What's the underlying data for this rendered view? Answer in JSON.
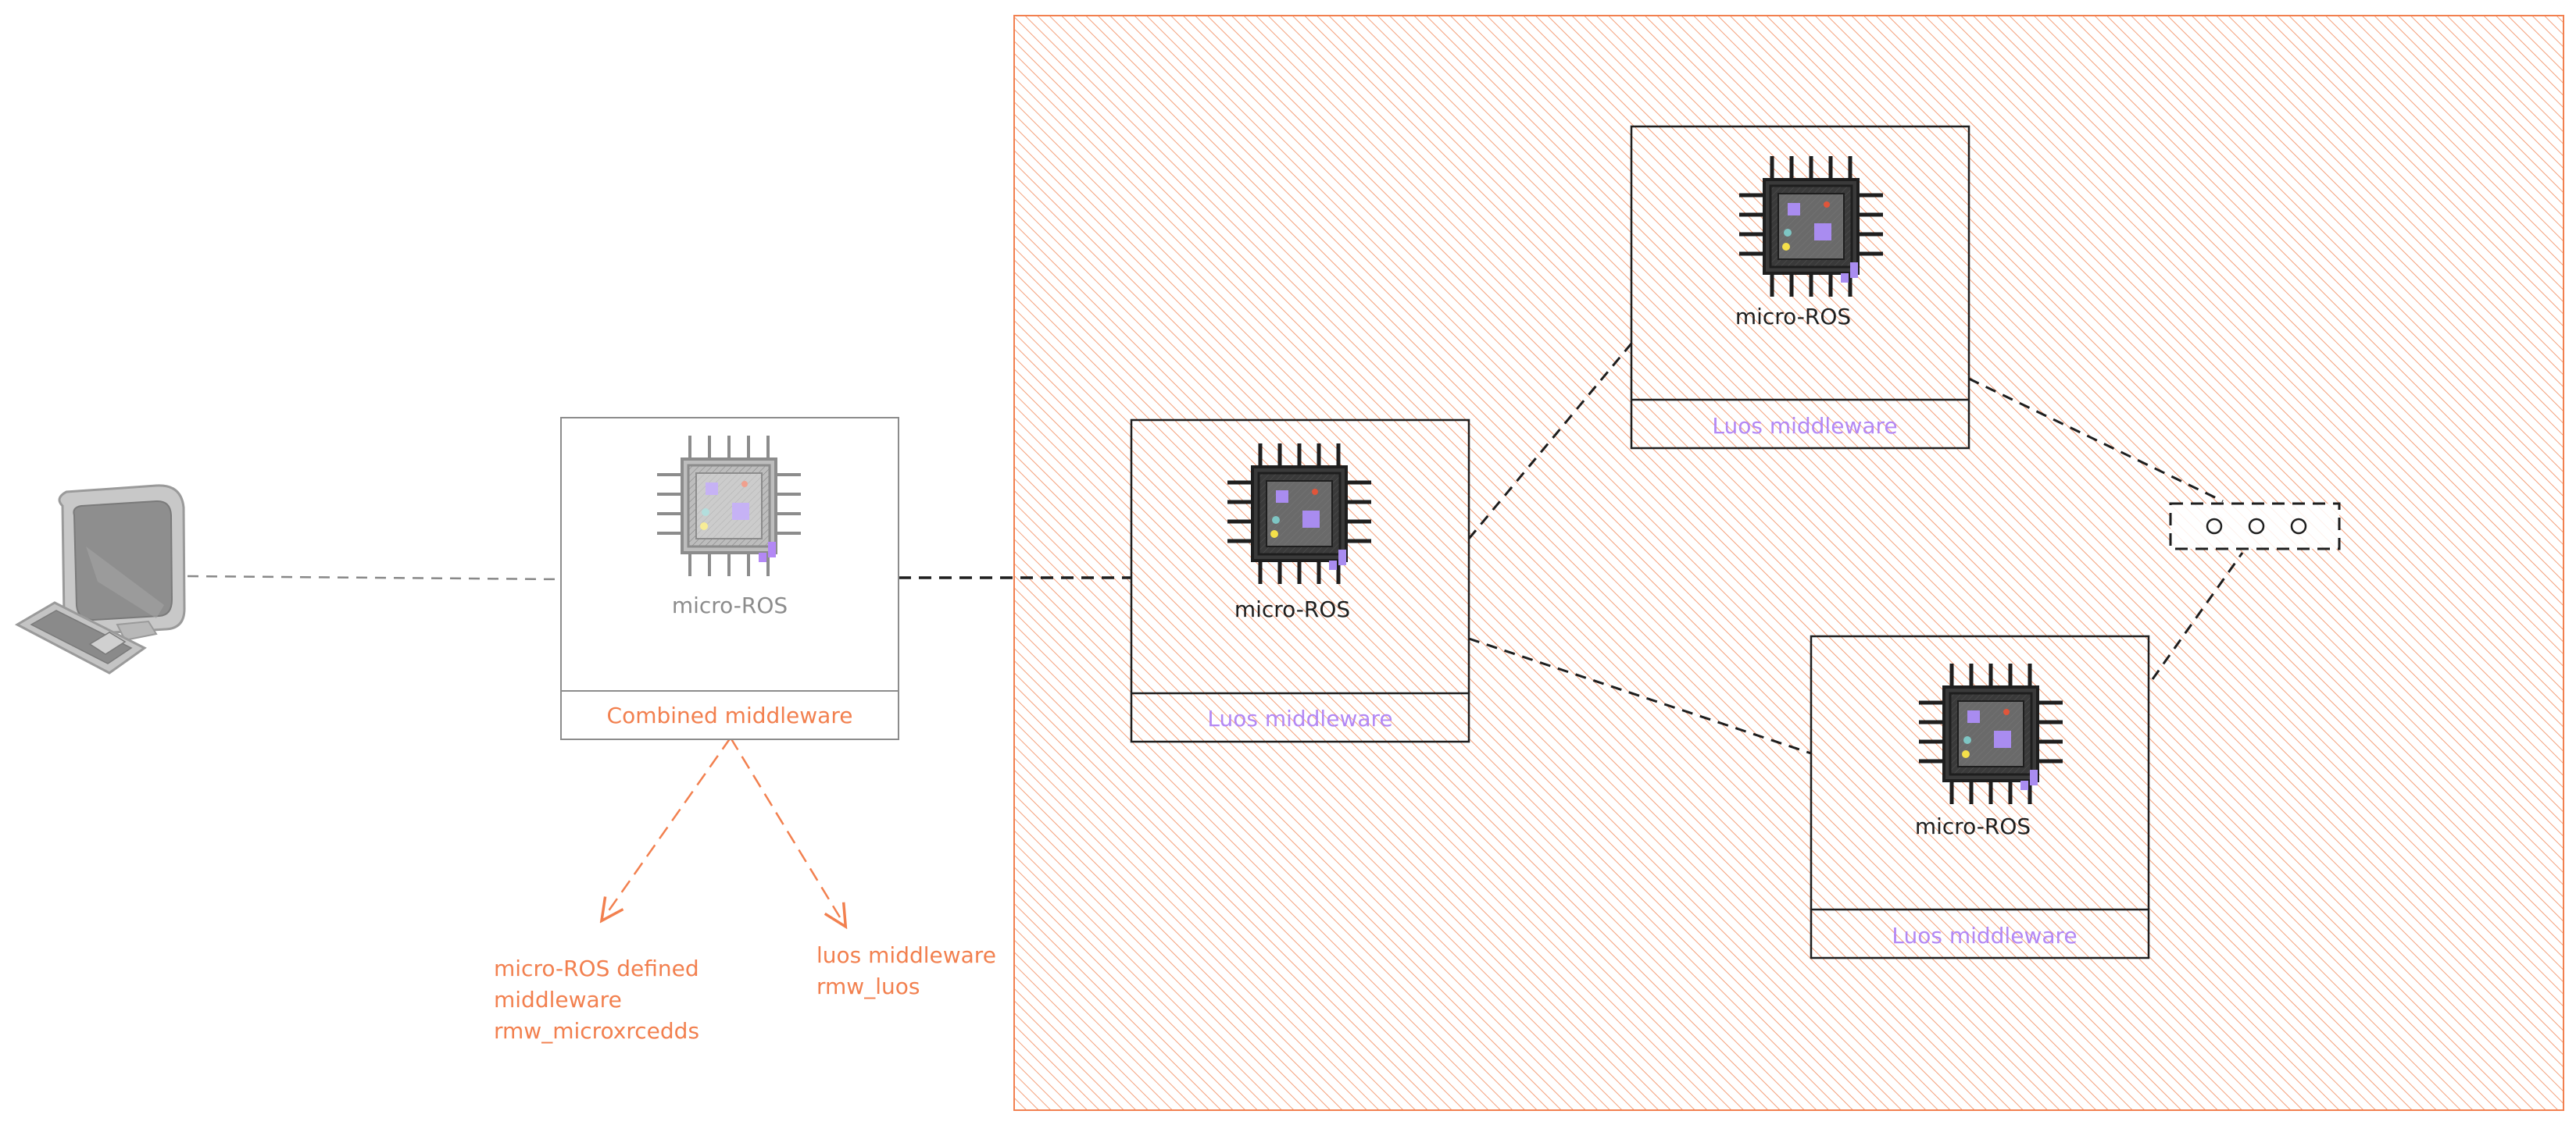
{
  "colors": {
    "accent_orange": "#f2804f",
    "hatch_orange": "#f7a37e",
    "middleware_purple": "#b388f5",
    "chip_gray": "#8c8c8c",
    "chip_dark": "#1e1e1e",
    "computer_gray": "#b0b0b0",
    "line_dark": "#1e1e1e",
    "line_gray": "#888888"
  },
  "computer": {
    "icon": "desktop-computer-icon"
  },
  "gateway": {
    "chip_label": "micro-ROS",
    "middleware_label": "Combined middleware"
  },
  "annotations": {
    "left": [
      "micro-ROS defined",
      "middleware",
      "rmw_microxrcedds"
    ],
    "right": [
      "luos middleware",
      "rmw_luos"
    ]
  },
  "luos_nodes": [
    {
      "chip_label": "micro-ROS",
      "middleware_label": "Luos middleware"
    },
    {
      "chip_label": "micro-ROS",
      "middleware_label": "Luos middleware"
    },
    {
      "chip_label": "micro-ROS",
      "middleware_label": "Luos middleware"
    }
  ],
  "more_nodes": {
    "icon": "ellipsis-icon"
  }
}
